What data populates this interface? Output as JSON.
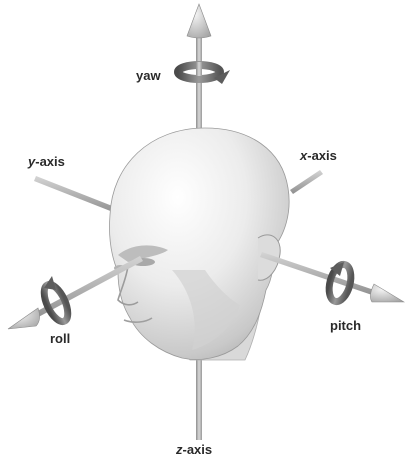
{
  "labels": {
    "yaw": "yaw",
    "y_axis_letter": "y",
    "y_axis_suffix": "-axis",
    "x_axis_letter": "x",
    "x_axis_suffix": "-axis",
    "z_axis_letter": "z",
    "z_axis_suffix": "-axis",
    "roll": "roll",
    "pitch": "pitch"
  },
  "colors": {
    "axis_shaft": "#b8b8b8",
    "arrow_head": "#d6d6d6",
    "rotation_arrow": "#707070",
    "head_skin": "#e9e9e9",
    "label_text": "#2a2a2a"
  }
}
